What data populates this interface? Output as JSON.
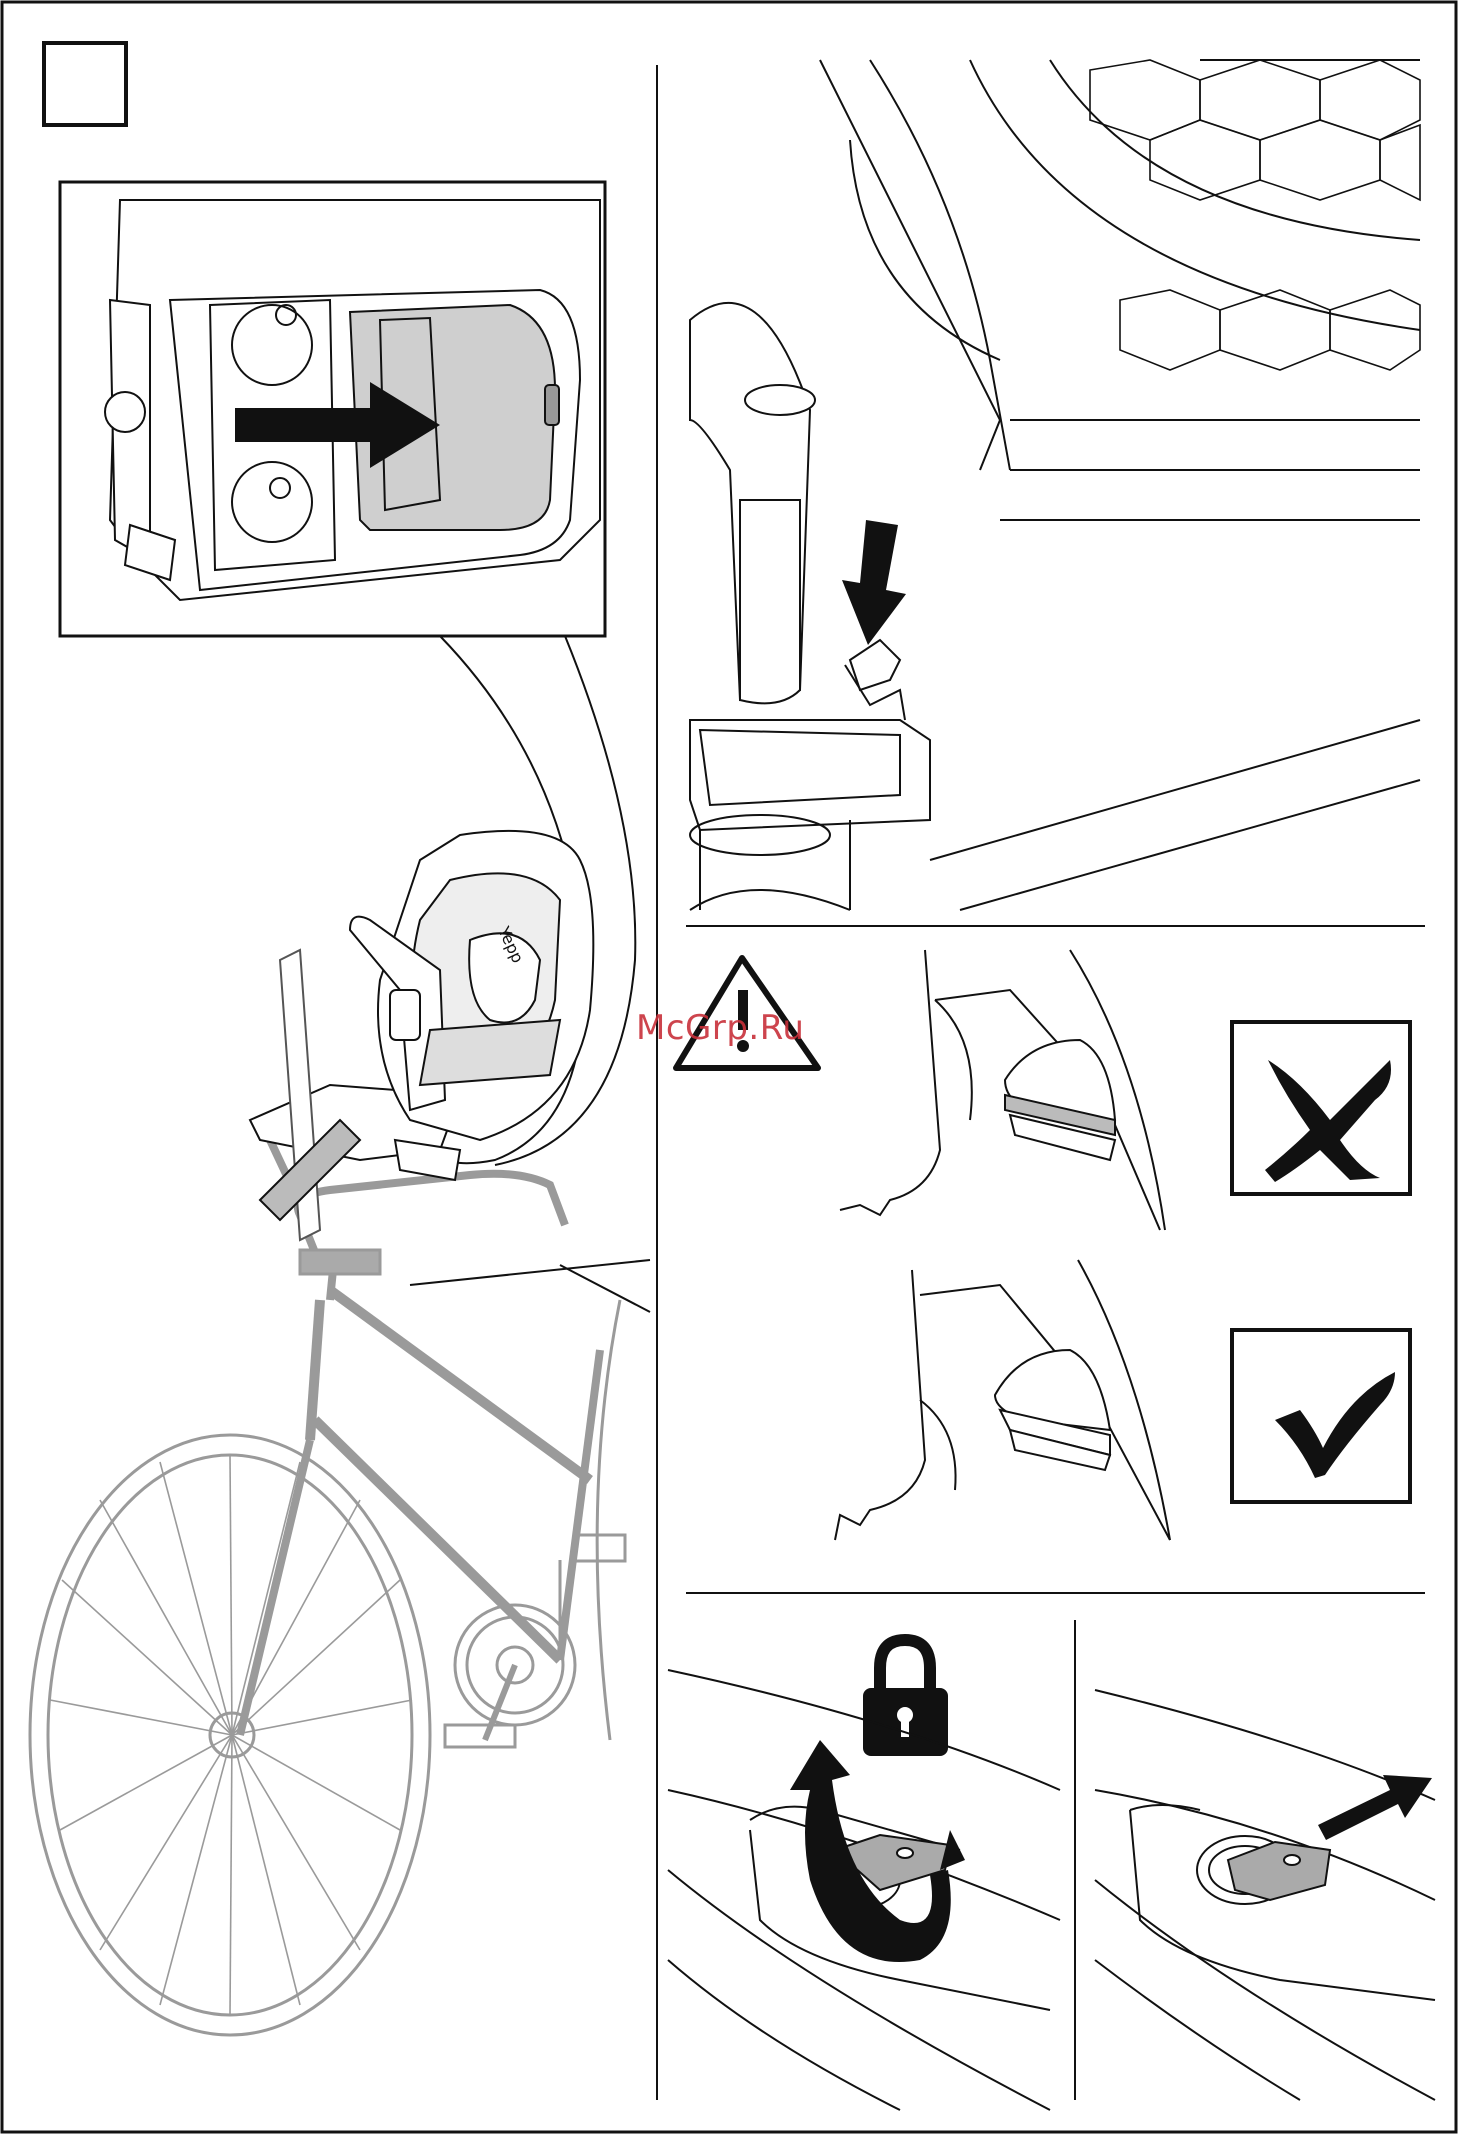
{
  "watermark": {
    "text": "McGrp.Ru"
  },
  "seat": {
    "brand": "Yepp"
  },
  "icons": {
    "step_box": "empty-square",
    "warning": "warning-triangle-icon",
    "wrong": "cross-mark-icon",
    "right": "check-mark-icon",
    "lock": "padlock-icon",
    "push_arrow": "arrow-right-icon",
    "down_arrow": "arrow-down-icon",
    "turn_arrow": "rotate-arrow-icon",
    "pull_arrow": "arrow-up-right-icon"
  },
  "colors": {
    "ink": "#111111",
    "gray_fill": "#cfcfcf",
    "watermark": "#c8303a"
  }
}
